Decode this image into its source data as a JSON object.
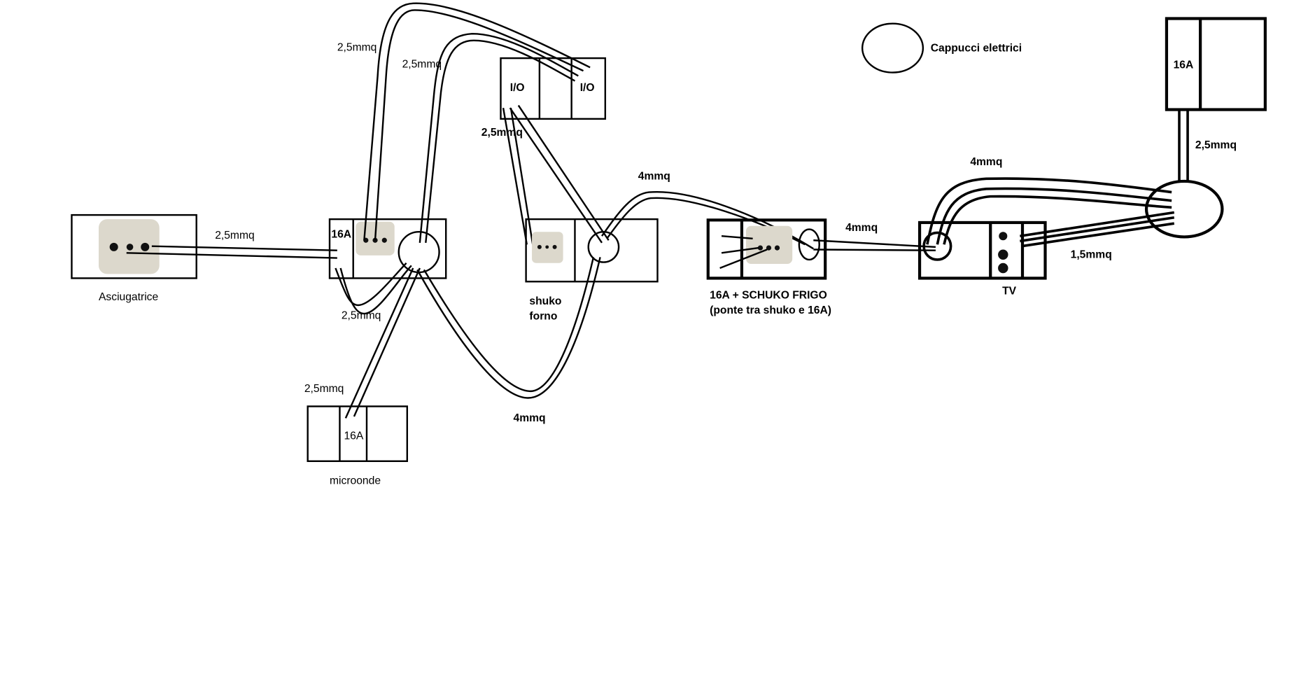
{
  "labels": {
    "asciugatrice": "Asciugatrice",
    "wire_asciugatrice": "2,5mmq",
    "box_16a_main": "16A",
    "wire_up_1": "2,5mmq",
    "wire_up_2": "2,5mmq",
    "io_left": "I/O",
    "io_right": "I/O",
    "wire_io_shuko": "2,5mmq",
    "shuko_line1": "shuko",
    "shuko_line2": "forno",
    "wire_loop": "2,5mmq",
    "wire_microonde": "2,5mmq",
    "microonde_16a": "16A",
    "microonde": "microonde",
    "wire_4mmq_bottom": "4mmq",
    "wire_4mmq_top": "4mmq",
    "frigo_line1": "16A + SCHUKO FRIGO",
    "frigo_line2": "(ponte tra shuko e 16A)",
    "wire_frigo_tv": "4mmq",
    "tv": "TV",
    "wire_tv_junction": "4mmq",
    "wire_1_5": "1,5mmq",
    "box_16a_right": "16A",
    "wire_16a_right": "2,5mmq",
    "legend": "Cappucci elettrici"
  }
}
